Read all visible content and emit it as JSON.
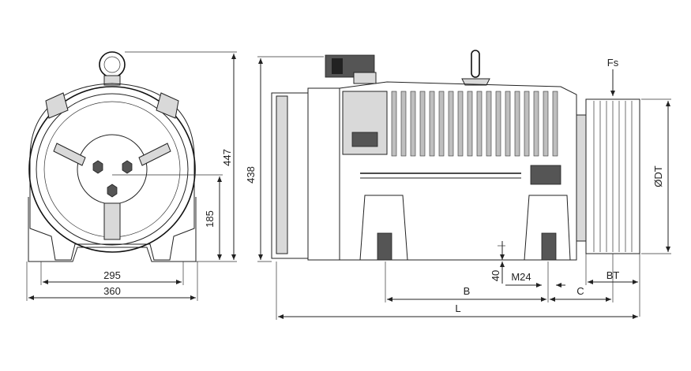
{
  "front_view": {
    "dims": {
      "height_total": "447",
      "axis_height": "185",
      "foot_spacing": "295",
      "overall_width": "360"
    }
  },
  "side_view": {
    "dims": {
      "height": "438",
      "foot_height": "40",
      "bolt": "M24",
      "B": "B",
      "C": "C",
      "BT": "BT",
      "L": "L",
      "sheave_diameter": "ØDT",
      "force": "Fs"
    }
  }
}
